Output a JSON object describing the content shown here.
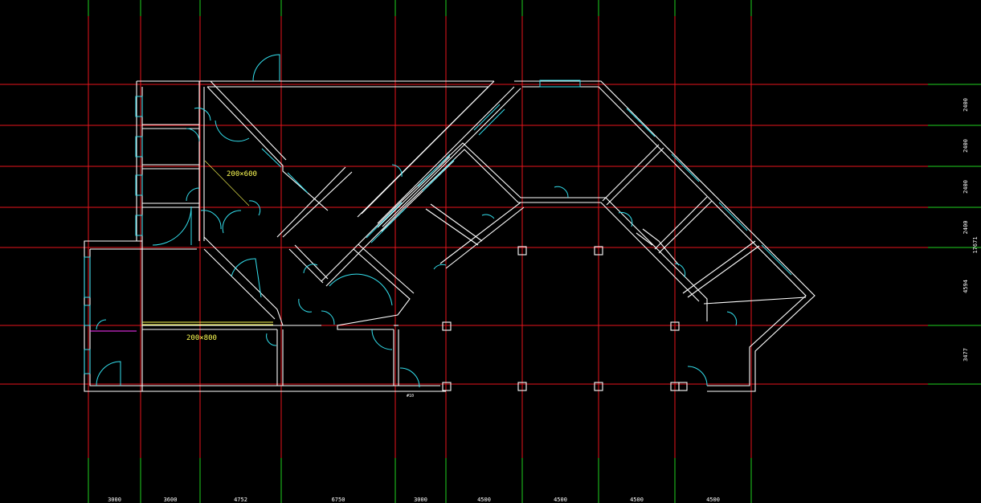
{
  "drawing": {
    "colors": {
      "background": "#000000",
      "axis_lines": "#e8141c",
      "dimension_lines": "#1fd21f",
      "walls": "#ffffff",
      "doors_windows": "#33e0ee",
      "beam_lines": "#ffff55",
      "accent": "#ff33ff"
    },
    "beam_labels": {
      "upper": "200×600",
      "lower": "200×800"
    },
    "bottom_dims": [
      "3000",
      "3600",
      "4752",
      "6750",
      "3000",
      "4500",
      "4500",
      "4500",
      "4500"
    ],
    "right_dims": [
      "2400",
      "2400",
      "2400",
      "2400",
      "4594",
      "3477"
    ],
    "right_total": "17671",
    "tag": "#10"
  }
}
